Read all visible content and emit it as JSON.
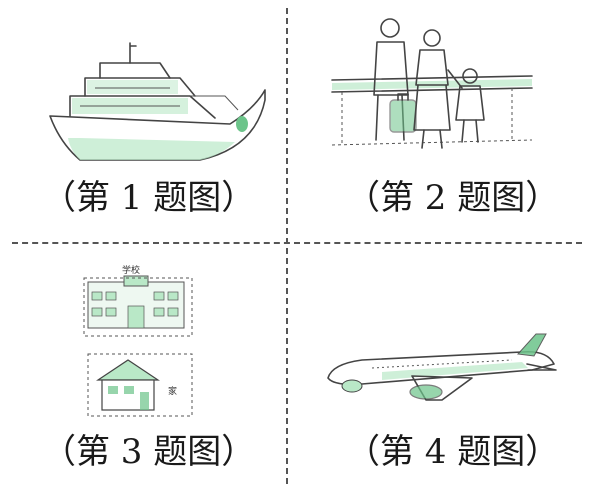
{
  "colors": {
    "accent": "#b9e8c7",
    "accent_dark": "#6cc48a",
    "ink": "#444444"
  },
  "panels": [
    {
      "caption": "（第 1 题图）",
      "icon": "ship-icon"
    },
    {
      "caption": "（第 2 题图）",
      "icon": "family-travel-icon"
    },
    {
      "caption": "（第 3 题图）",
      "icon": "school-home-icon",
      "labels": {
        "school": "学校",
        "home": "家"
      }
    },
    {
      "caption": "（第 4 题图）",
      "icon": "airplane-icon"
    }
  ]
}
